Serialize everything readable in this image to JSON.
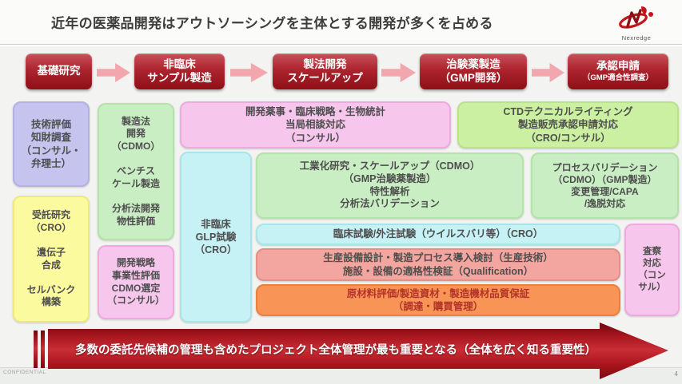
{
  "header": {
    "title": "近年の医薬品開発はアウトソーシングを主体とする開発が多くを占める",
    "logo_brand": "Nexredge"
  },
  "flow": {
    "stages": [
      {
        "line1": "基礎研究",
        "line2": ""
      },
      {
        "line1": "非臨床",
        "line2": "サンプル製造"
      },
      {
        "line1": "製法開発",
        "line2": "スケールアップ"
      },
      {
        "line1": "治験薬製造",
        "line2": "（GMP開発）"
      },
      {
        "line1": "承認申請",
        "line2": "（GMP適合性調査）"
      }
    ]
  },
  "boxes": {
    "tech_eval": "技術評価\n知財調査\n（コンサル・\n弁理士）",
    "contract_research": "受託研究\n（CRO）\n\n遺伝子\n合成\n\nセルバンク\n構築",
    "process_dev": "製造法\n開発\n（CDMO）\n\nベンチス\nケール製造\n\n分析法開発\n物性評価",
    "dev_strategy": "開発戦略\n事業性評価\nCDMO選定\n（コンサル）",
    "nonclinical_glp": "非臨床\nGLP試験\n（CRO）",
    "regulatory_consult": "開発薬事・臨床戦略・生物統計\n当局相談対応\n（コンサル）",
    "ctd_writing": "CTDテクニカルライティング\n製造販売承認申請対応\n（CRO/コンサル）",
    "industrialization": "工業化研究・スケールアップ（CDMO）\n（GMP治験薬製造）\n特性解析\n分析法バリデーション",
    "process_validation": "プロセスバリデーション\n（CDMO）（GMP製造）\n変更管理/CAPA\n/逸脱対応",
    "clinical_trials": "臨床試験/外注試験（ウイルスバリ等）（CRO）",
    "production_design": "生産設備設計・製造プロセス導入検討（生産技術）\n施設・設備の適格性検証（Qualification）",
    "raw_material_qa": "原材料評価/製造資材・製造機材品質保証\n（調達・購買管理）",
    "inspection_support": "査察\n対応\n（コン\nサル）"
  },
  "banner": {
    "text": "多数の委託先候補の管理も含めたプロジェクト全体管理が最も重要となる（全体を広く知る重要性）"
  },
  "footer": {
    "confidential": "CONFIDENTIAL",
    "page_number": "4"
  },
  "colors": {
    "stage_red_top": "#c8515a",
    "stage_red_bottom": "#8e1016",
    "arrow_pink": "#f2a6ad",
    "purple": "#c6c4ee",
    "yellow": "#fcfa9f",
    "green": "#c9eec3",
    "lime": "#ccf0a2",
    "cyan": "#c6f2f6",
    "pink": "#f7c6ec",
    "salmon": "#f3a69f",
    "orange": "#f89455",
    "banner_red": "#b01219"
  }
}
